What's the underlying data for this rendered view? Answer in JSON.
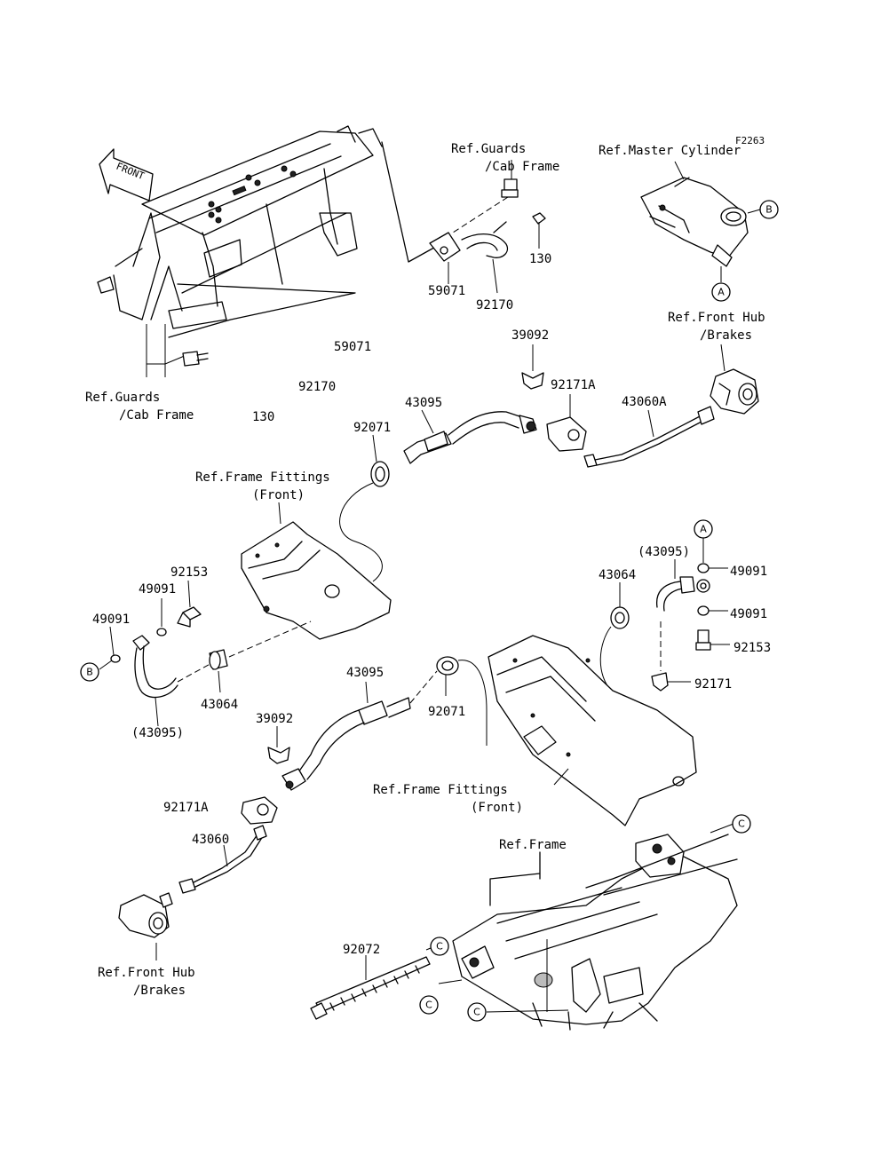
{
  "figure_code": "F2263",
  "front_arrow_label": "FRONT",
  "refs": {
    "guards_cab_frame_top_1": "Ref.Guards",
    "guards_cab_frame_top_2": "/Cab Frame",
    "master_cylinder": "Ref.Master Cylinder",
    "front_hub_brakes_right_1": "Ref.Front Hub",
    "front_hub_brakes_right_2": "/Brakes",
    "guards_cab_frame_left_1": "Ref.Guards",
    "guards_cab_frame_left_2": "/Cab Frame",
    "frame_fittings_left_1": "Ref.Frame Fittings",
    "frame_fittings_left_2": "(Front)",
    "frame_fittings_right_1": "Ref.Frame Fittings",
    "frame_fittings_right_2": "(Front)",
    "frame": "Ref.Frame",
    "front_hub_brakes_left_1": "Ref.Front Hub",
    "front_hub_brakes_left_2": "/Brakes"
  },
  "parts": {
    "p130_top": "130",
    "p92170_top": "92170",
    "p59071_top": "59071",
    "p59071_mid": "59071",
    "p92170_mid": "92170",
    "p130_mid": "130",
    "p39092_top": "39092",
    "p92171A_top": "92171A",
    "p43060A": "43060A",
    "p43095_top": "43095",
    "p92071_top": "92071",
    "p92153_left": "92153",
    "p49091_left_a": "49091",
    "p49091_left_b": "49091",
    "p43064_left": "43064",
    "p43095_paren_left": "(43095)",
    "p43095_mid": "43095",
    "p92071_mid": "92071",
    "p39092_mid": "39092",
    "p92171A_left": "92171A",
    "p43060": "43060",
    "p43095_paren_right": "(43095)",
    "p43064_right": "43064",
    "p49091_right_a": "49091",
    "p49091_right_b": "49091",
    "p92153_right": "92153",
    "p92171_right": "92171",
    "p92072": "92072"
  },
  "callouts": {
    "A": "A",
    "B": "B",
    "C": "C"
  }
}
